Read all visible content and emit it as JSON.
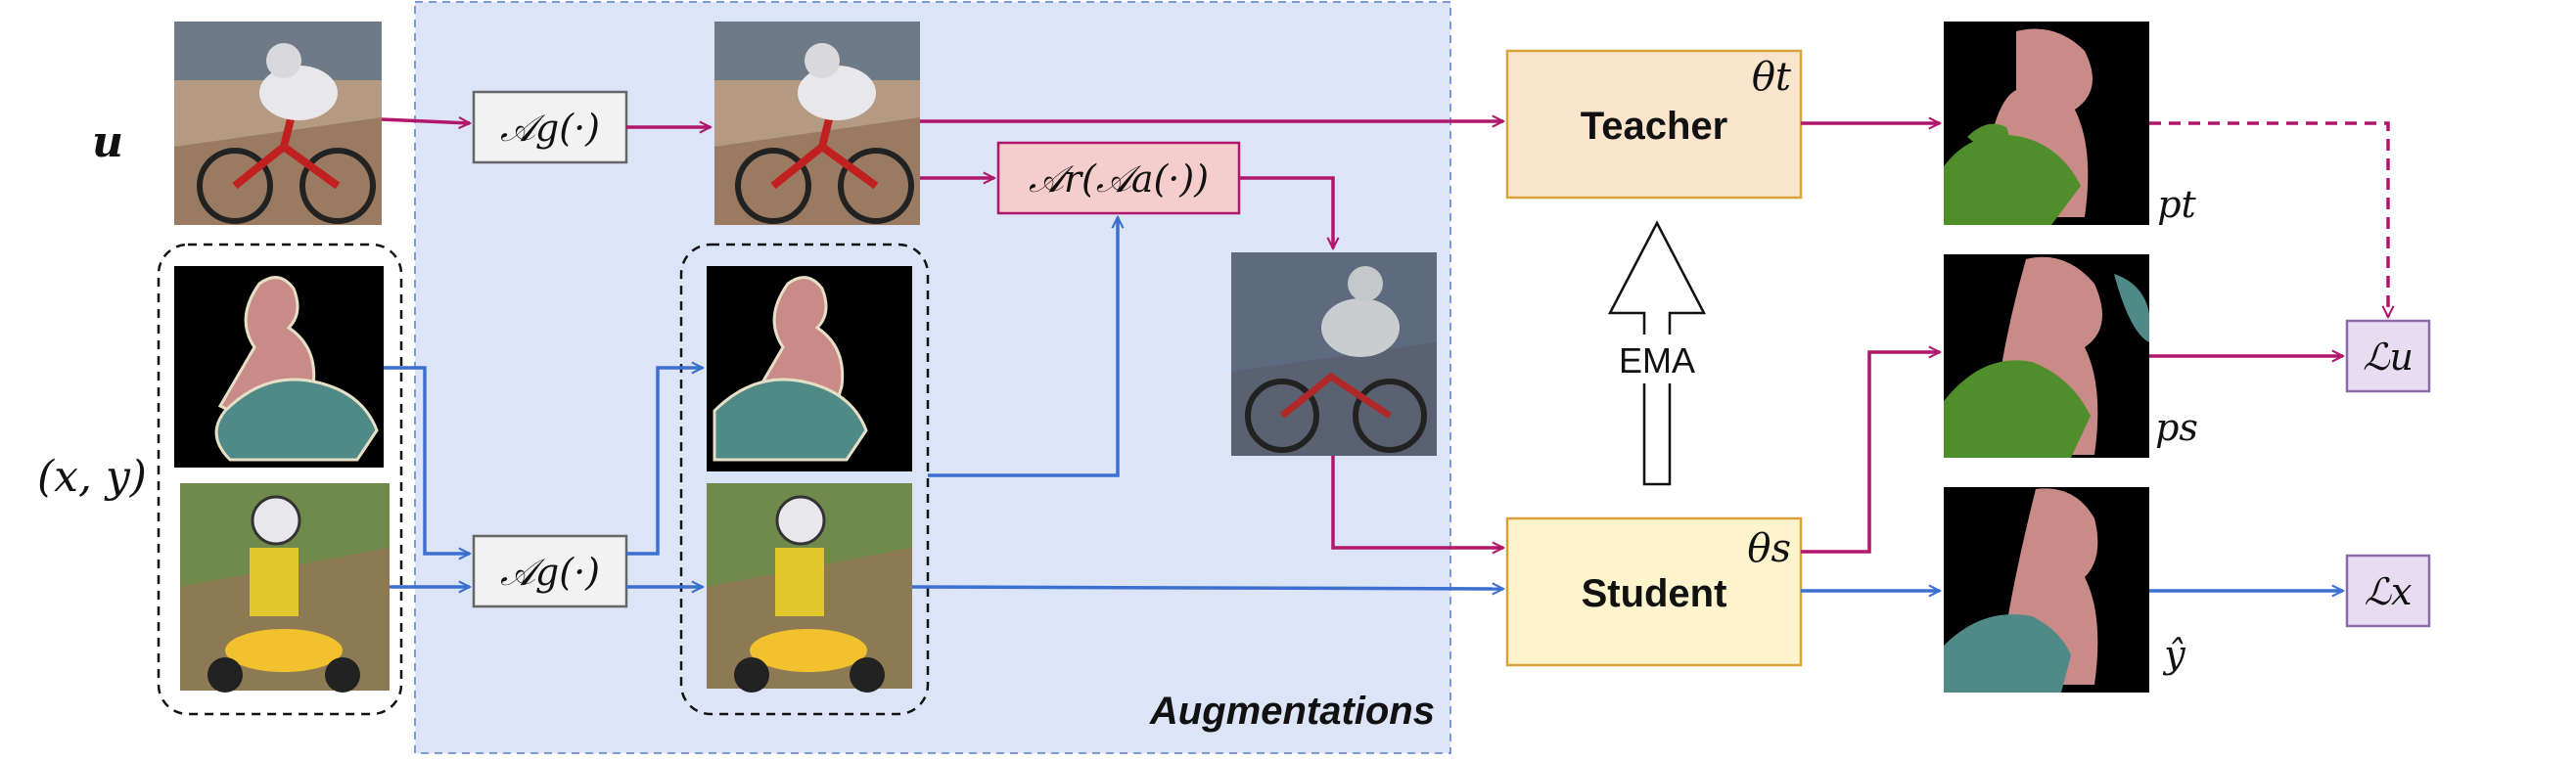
{
  "inputs": {
    "unlabeled_label": "u",
    "labeled_label": "(x, y)"
  },
  "ops": {
    "geometric_aug": "𝒜g(·)",
    "mix_aug": "𝒜r(𝒜a(·))"
  },
  "region": {
    "augmentations_label": "Augmentations"
  },
  "models": {
    "teacher": "Teacher",
    "teacher_param": "θt",
    "student": "Student",
    "student_param": "θs",
    "ema_label": "EMA"
  },
  "outputs": {
    "pt_label": "pt",
    "ps_label": "ps",
    "yhat_label": "ŷ"
  },
  "losses": {
    "unsup": "ℒu",
    "sup": "ℒx"
  },
  "colors": {
    "magenta": "#B0176B",
    "blue": "#3B6FD0",
    "aug_bg": "#DCE5F8",
    "teacher_fill": "#FBE4CC",
    "student_fill": "#FDF3CC",
    "loss_fill": "#E8DDF0",
    "mix_fill": "#F6CDCD",
    "mask_person": "#C98B87",
    "mask_bike": "#4F8E2A",
    "mask_moto": "#4F8A86"
  }
}
